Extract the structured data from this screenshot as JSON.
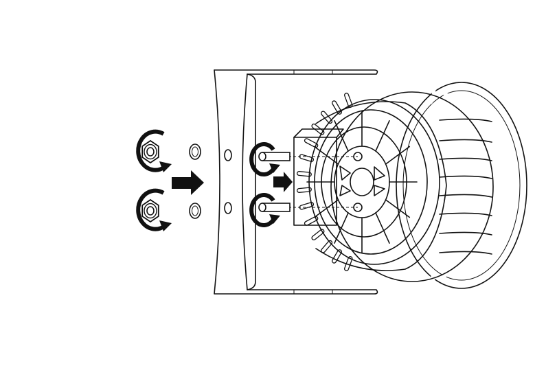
{
  "diagram": {
    "description_text": "",
    "colors": {
      "ink": "#111111",
      "paper": "#ffffff"
    },
    "nuts": {
      "count": 2,
      "rotation": "counterclockwise",
      "icon": "nut-with-rotation-arrow"
    },
    "washers": {
      "count": 2,
      "icon": "washer"
    },
    "studs": {
      "count": 2,
      "rotation": "counterclockwise",
      "icon": "threaded-stud"
    },
    "arrows": [
      {
        "icon": "push-arrow",
        "direction": "right",
        "size": "large"
      },
      {
        "icon": "push-arrow",
        "direction": "right",
        "size": "small"
      }
    ],
    "light_fixture": {
      "icon": "round-finned-light-housing"
    },
    "mounting_plate": {
      "icon": "curved-mounting-bracket",
      "holes": 2
    }
  }
}
